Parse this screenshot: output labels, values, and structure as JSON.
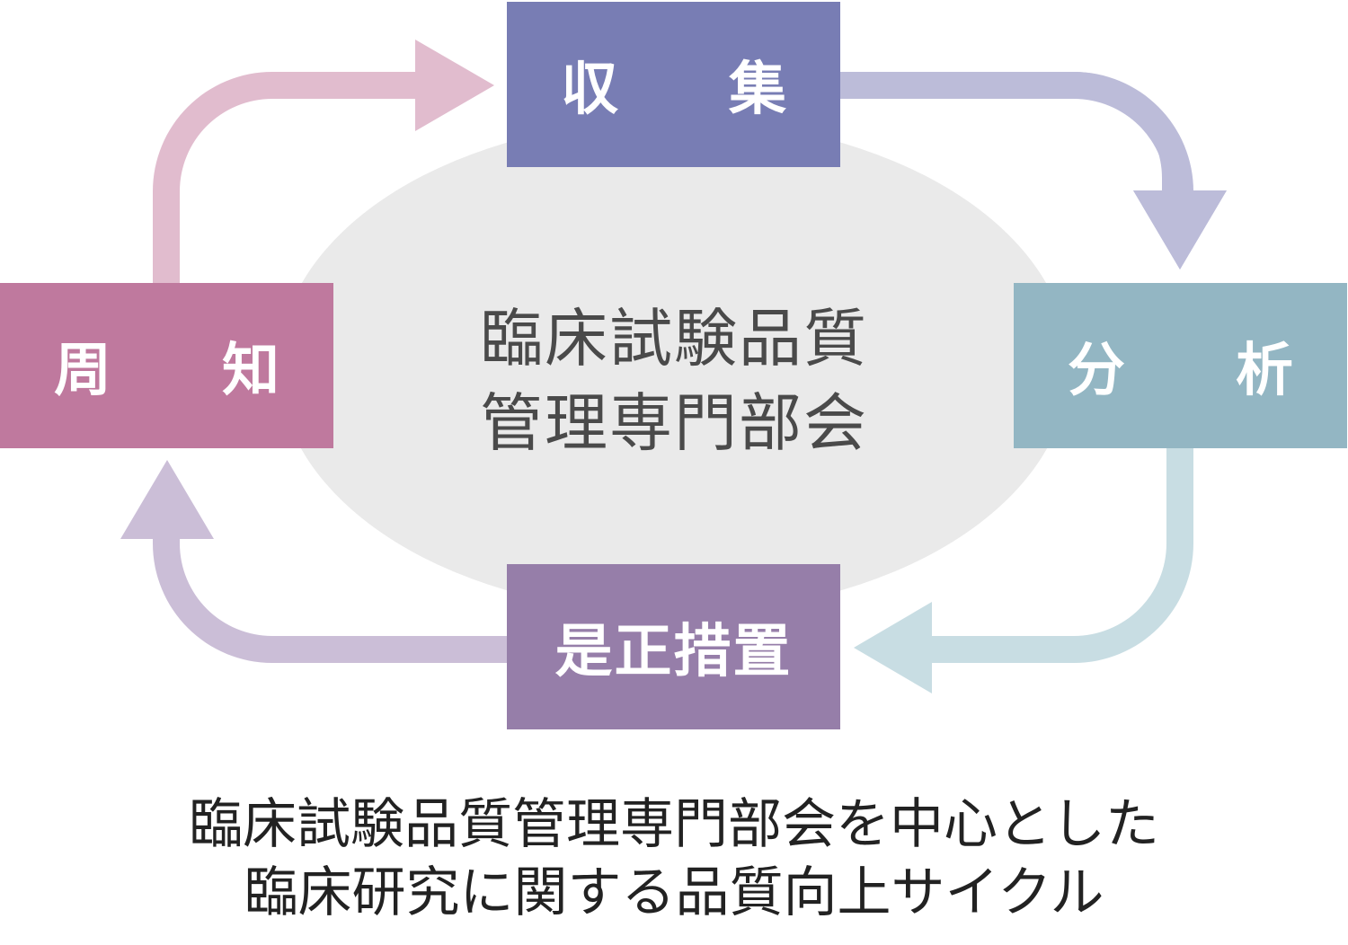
{
  "colors": {
    "ellipse": "#eaeaea",
    "collect_box": "#787db4",
    "analyze_box": "#93b6c3",
    "correct_box": "#967ea9",
    "inform_box": "#bf799e",
    "arrow_collect_to_analyze": "#bcbcd9",
    "arrow_analyze_to_correct": "#c8dde3",
    "arrow_correct_to_inform": "#cbbed7",
    "arrow_inform_to_collect": "#e1bcce"
  },
  "center": {
    "line1": "臨床試験品質",
    "line2": "管理専門部会"
  },
  "steps": {
    "collect": {
      "char1": "収",
      "char2": "集"
    },
    "analyze": {
      "char1": "分",
      "char2": "析"
    },
    "correct": {
      "label": "是正措置"
    },
    "inform": {
      "char1": "周",
      "char2": "知"
    }
  },
  "caption": {
    "line1": "臨床試験品質管理専門部会を中心とした",
    "line2": "臨床研究に関する品質向上サイクル"
  }
}
